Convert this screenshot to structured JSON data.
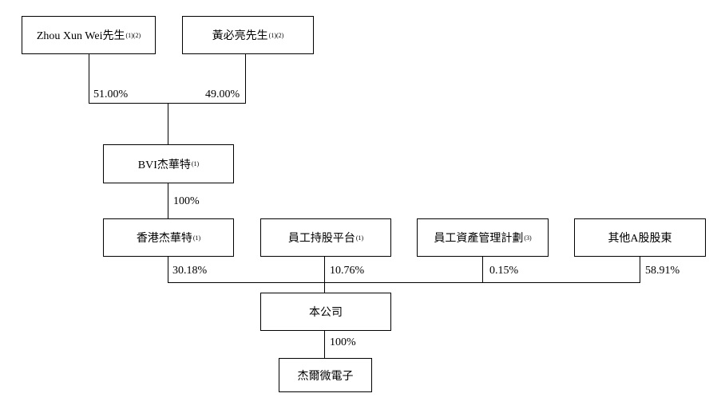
{
  "nodes": {
    "zhou": {
      "label": "Zhou Xun Wei先生",
      "note": "(1)(2)"
    },
    "huang": {
      "label": "黃必亮先生",
      "note": "(1)(2)"
    },
    "bvi": {
      "label": "BVI杰華特",
      "note": "(1)"
    },
    "hk": {
      "label": "香港杰華特",
      "note": "(1)"
    },
    "esop": {
      "label": "員工持股平台",
      "note": "(1)"
    },
    "amp": {
      "label": "員工資產管理計劃",
      "note": "(3)"
    },
    "others": {
      "label": "其他A股股東",
      "note": ""
    },
    "company": {
      "label": "本公司",
      "note": ""
    },
    "sub": {
      "label": "杰爾微電子",
      "note": ""
    }
  },
  "edges": {
    "zhou_bvi": "51.00%",
    "huang_bvi": "49.00%",
    "bvi_hk": "100%",
    "hk_company": "30.18%",
    "esop_company": "10.76%",
    "amp_company": "0.15%",
    "others_company": "58.91%",
    "company_sub": "100%"
  }
}
